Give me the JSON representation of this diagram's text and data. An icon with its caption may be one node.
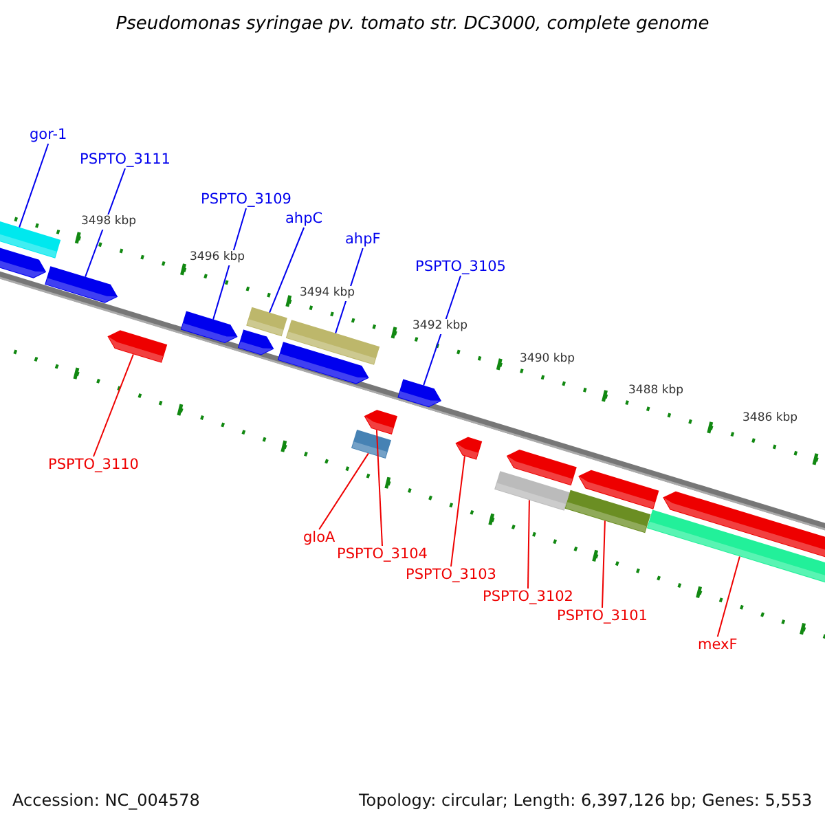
{
  "diagram": {
    "title": "Pseudomonas syringae pv. tomato str. DC3000, complete genome",
    "nodes": [
      {
        "text": [
          "gor-1"
        ]
      },
      {
        "text": [
          "PSPTO_3111"
        ]
      },
      {
        "text": [
          "PSPTO_3109"
        ]
      },
      {
        "text": [
          "ahpC"
        ]
      },
      {
        "text": [
          "ahpF"
        ]
      },
      {
        "text": [
          "PSPTO_3105"
        ]
      },
      {
        "text": [
          "PSPTO_3110"
        ]
      },
      {
        "text": [
          "gloA"
        ]
      },
      {
        "text": [
          "PSPTO_3104"
        ]
      },
      {
        "text": [
          "PSPTO_3103"
        ]
      },
      {
        "text": [
          "PSPTO_3102"
        ]
      },
      {
        "text": [
          "PSPTO_3101"
        ]
      },
      {
        "text": [
          "mexF"
        ]
      },
      {
        "text": [],
        "shape": "bar"
      },
      {
        "text": [],
        "shape": "bar"
      },
      {
        "text": [],
        "shape": "bar"
      },
      {
        "text": [],
        "shape": "bar"
      },
      {
        "text": [],
        "shape": "bar"
      },
      {
        "text": [],
        "shape": "bar"
      },
      {
        "text": [],
        "shape": "bar"
      },
      {
        "text": [],
        "shape": "bar"
      },
      {
        "text": [],
        "shape": "bar"
      },
      {
        "text": [],
        "shape": "bar"
      },
      {
        "text": [],
        "shape": "bar"
      },
      {
        "text": [],
        "shape": "bar"
      },
      {
        "text": [],
        "shape": "bar"
      }
    ],
    "edges": [
      {
        "from": 0,
        "to": 13,
        "arrow": "none",
        "color": "#0000ee"
      },
      {
        "from": 1,
        "to": 14,
        "arrow": "none",
        "color": "#0000ee"
      },
      {
        "from": 2,
        "to": 15,
        "arrow": "none",
        "color": "#0000ee"
      },
      {
        "from": 3,
        "to": 16,
        "arrow": "none",
        "color": "#0000ee"
      },
      {
        "from": 4,
        "to": 17,
        "arrow": "none",
        "color": "#0000ee"
      },
      {
        "from": 5,
        "to": 18,
        "arrow": "none",
        "color": "#0000ee"
      },
      {
        "from": 6,
        "to": 19,
        "arrow": "none",
        "color": "#ee0000"
      },
      {
        "from": 7,
        "to": 20,
        "arrow": "none",
        "color": "#ee0000"
      },
      {
        "from": 8,
        "to": 21,
        "arrow": "none",
        "color": "#ee0000"
      },
      {
        "from": 9,
        "to": 22,
        "arrow": "none",
        "color": "#ee0000"
      },
      {
        "from": 10,
        "to": 23,
        "arrow": "none",
        "color": "#ee0000"
      },
      {
        "from": 11,
        "to": 24,
        "arrow": "none",
        "color": "#ee0000"
      },
      {
        "from": 12,
        "to": 25,
        "arrow": "none",
        "color": "#ee0000"
      }
    ],
    "labels": [
      "3498 kbp",
      "3496 kbp",
      "3494 kbp",
      "3492 kbp",
      "3490 kbp",
      "3488 kbp",
      "3486 kbp",
      "Accession: NC_004578",
      "Topology: circular; Length: 6,397,126 bp; Genes: 5,553"
    ]
  }
}
